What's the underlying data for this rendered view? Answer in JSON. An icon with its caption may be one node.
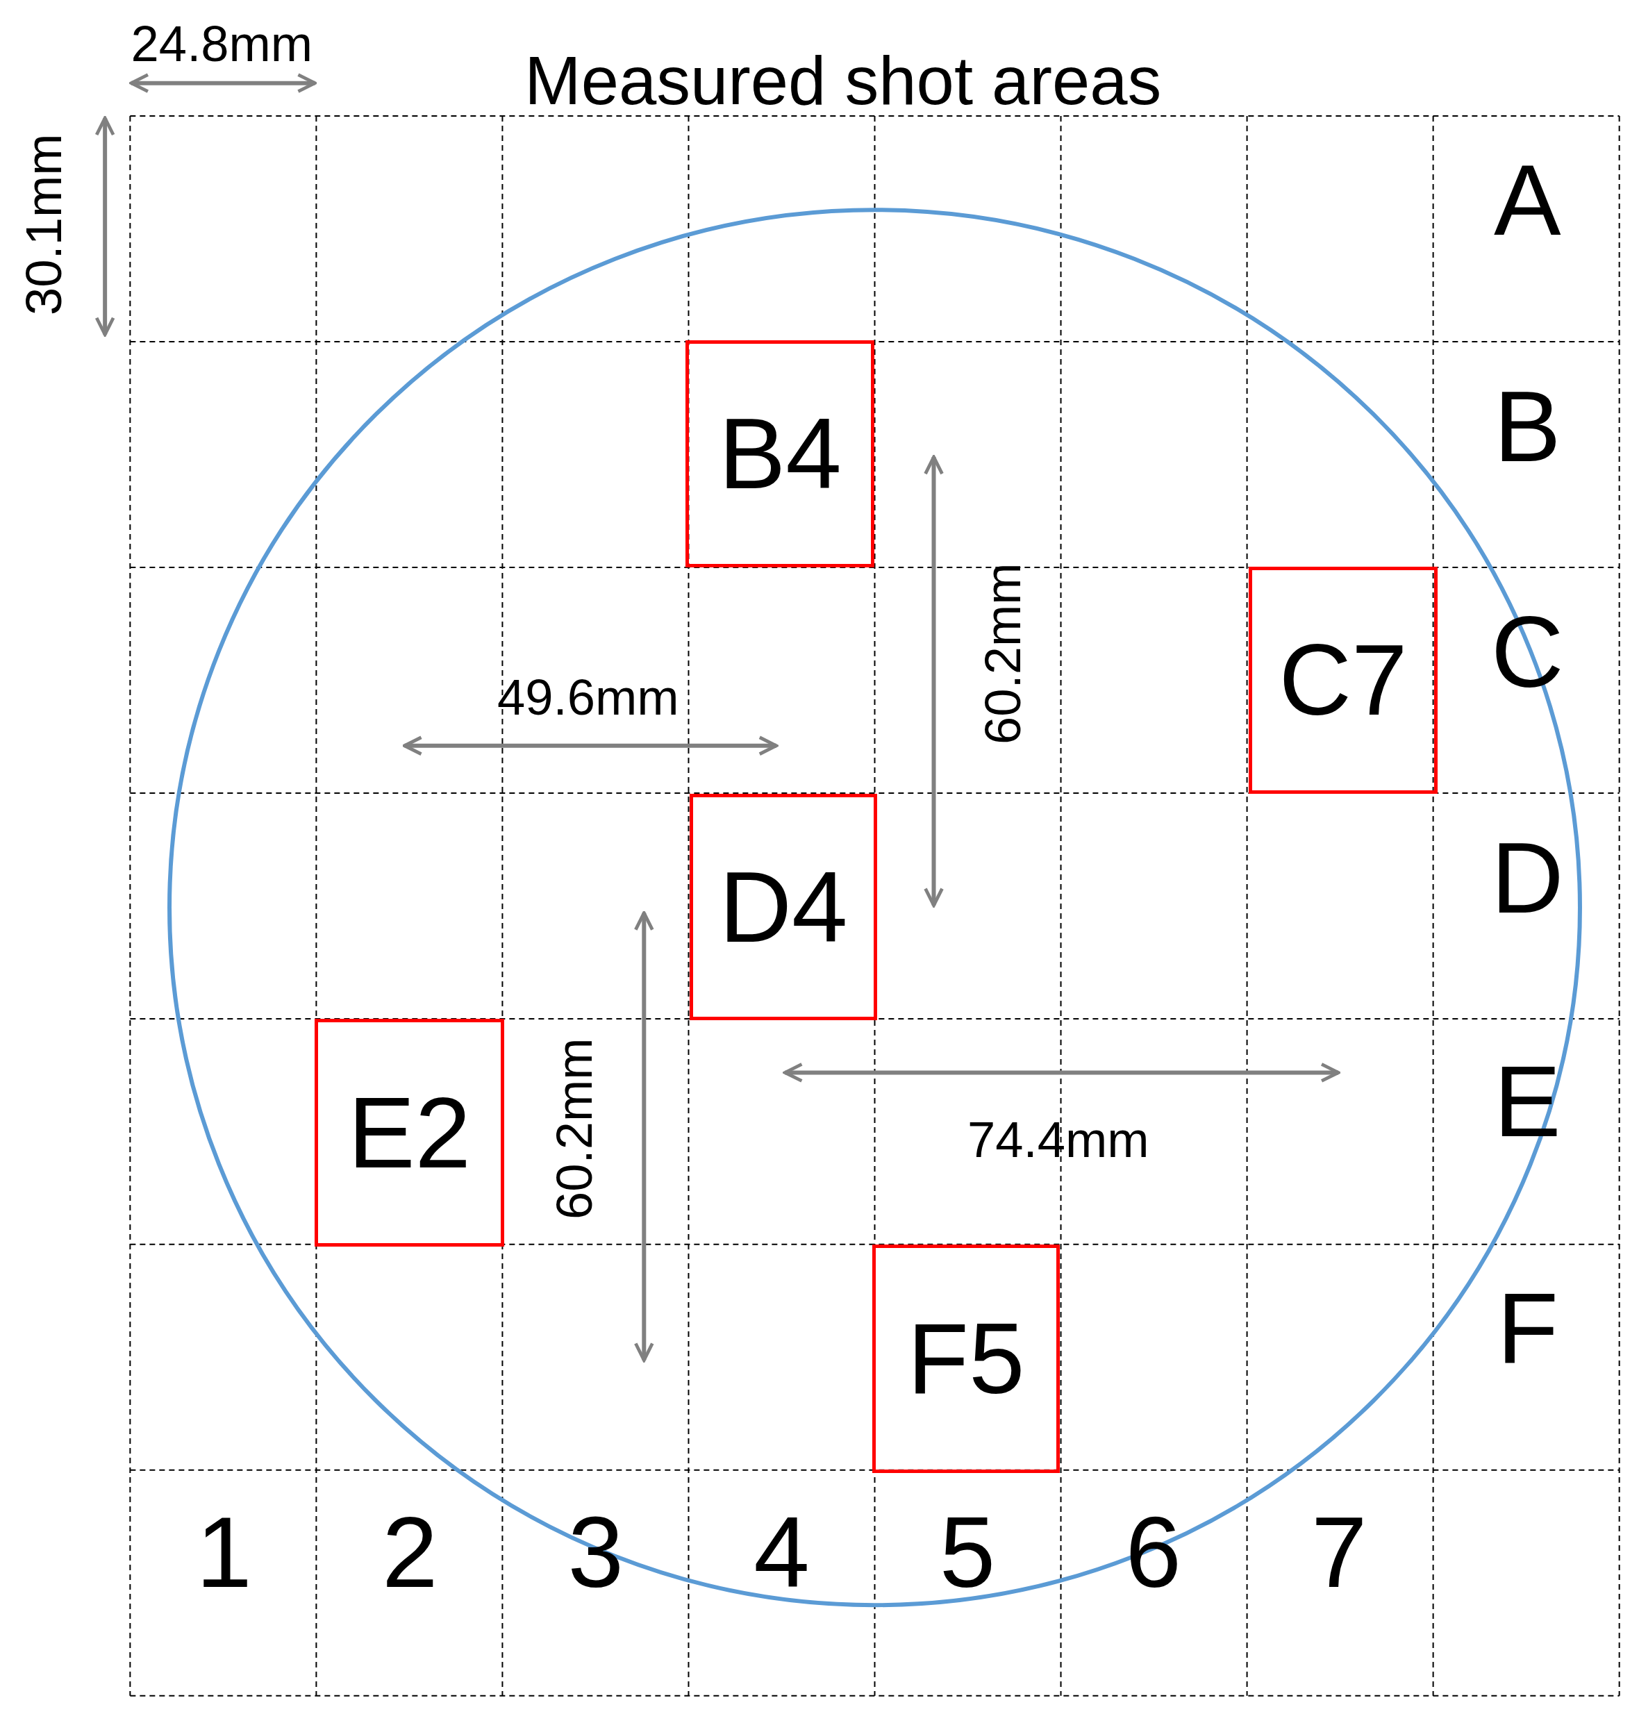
{
  "diagram": {
    "title": "Measured shot areas",
    "nodes": [
      {
        "text": [
          "B4"
        ]
      },
      {
        "text": [
          "C7"
        ]
      },
      {
        "text": [
          "D4"
        ]
      },
      {
        "text": [
          "E2"
        ]
      },
      {
        "text": [
          "F5"
        ]
      }
    ],
    "labels": [
      "24.8mm",
      "30.1mm",
      "A",
      "B",
      "60.2mm",
      "C",
      "49.6mm",
      "D",
      "E",
      "60.2mm",
      "74.4mm",
      "F",
      "1",
      "2",
      "3",
      "4",
      "5",
      "6",
      "7"
    ]
  }
}
